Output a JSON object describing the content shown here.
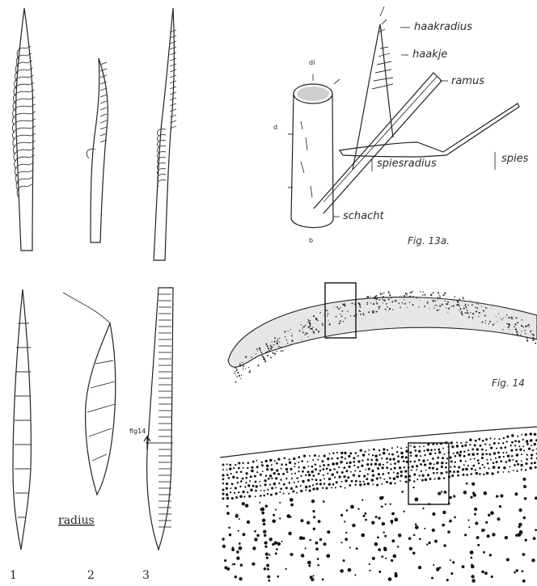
{
  "labels": {
    "haakradius": "haakradius",
    "haakje": "haakje",
    "ramus": "ramus",
    "spies": "spies",
    "spiesradius": "spiesradius",
    "schacht": "schacht",
    "di": "di",
    "d": "d",
    "b": "b"
  },
  "captions": {
    "fig13a": "Fig. 13a.",
    "fig14": "Fig. 14",
    "radius": "radius",
    "fig14_marker": "fig14"
  },
  "feather_numbers": {
    "top": [
      "1",
      "2",
      "3"
    ]
  }
}
